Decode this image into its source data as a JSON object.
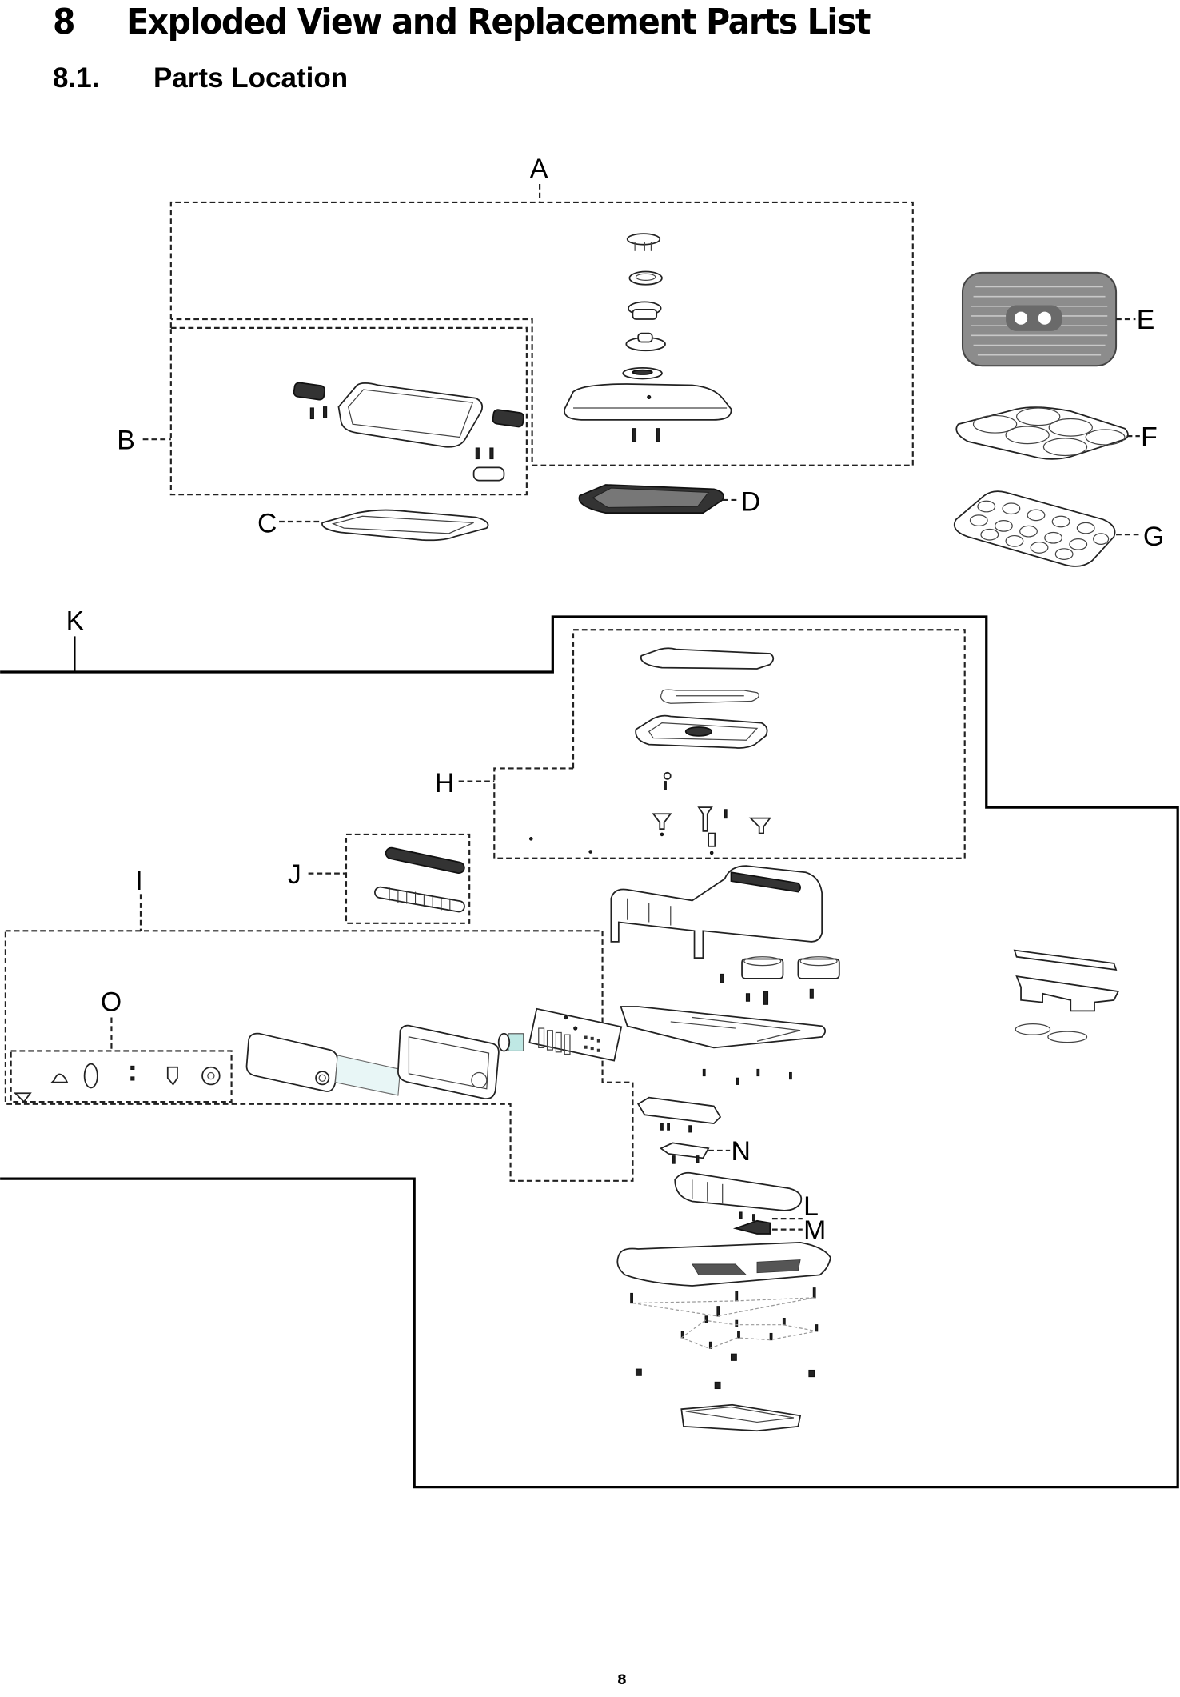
{
  "header": {
    "section_number": "8",
    "section_title": "Exploded View and Replacement Parts List",
    "subsection_number": "8.1.",
    "subsection_title": "Parts Location"
  },
  "diagram": {
    "callouts": [
      {
        "id": "A",
        "label": "A",
        "description": "Lid assembly with handle and knobs"
      },
      {
        "id": "B",
        "label": "B",
        "description": "Deep pot assembly with side handles"
      },
      {
        "id": "C",
        "label": "C",
        "description": "Flat plate / gasket"
      },
      {
        "id": "D",
        "label": "D",
        "description": "Grill plate"
      },
      {
        "id": "E",
        "label": "E",
        "description": "Flat griddle plate"
      },
      {
        "id": "F",
        "label": "F",
        "description": "Muffin plate (6 cups)"
      },
      {
        "id": "G",
        "label": "G",
        "description": "Takoyaki plate (multi cups)"
      },
      {
        "id": "H",
        "label": "H",
        "description": "Heating element assembly"
      },
      {
        "id": "I",
        "label": "I",
        "description": "Control panel assembly"
      },
      {
        "id": "J",
        "label": "J",
        "description": "Vent grilles"
      },
      {
        "id": "K",
        "label": "K",
        "description": "Main body assembly"
      },
      {
        "id": "L",
        "label": "L",
        "description": "Power cord component"
      },
      {
        "id": "M",
        "label": "M",
        "description": "Power cord connector"
      },
      {
        "id": "N",
        "label": "N",
        "description": "Small PCB / sensor board"
      },
      {
        "id": "O",
        "label": "O",
        "description": "Knob and button parts"
      }
    ]
  },
  "footer": {
    "page_number": "8"
  }
}
